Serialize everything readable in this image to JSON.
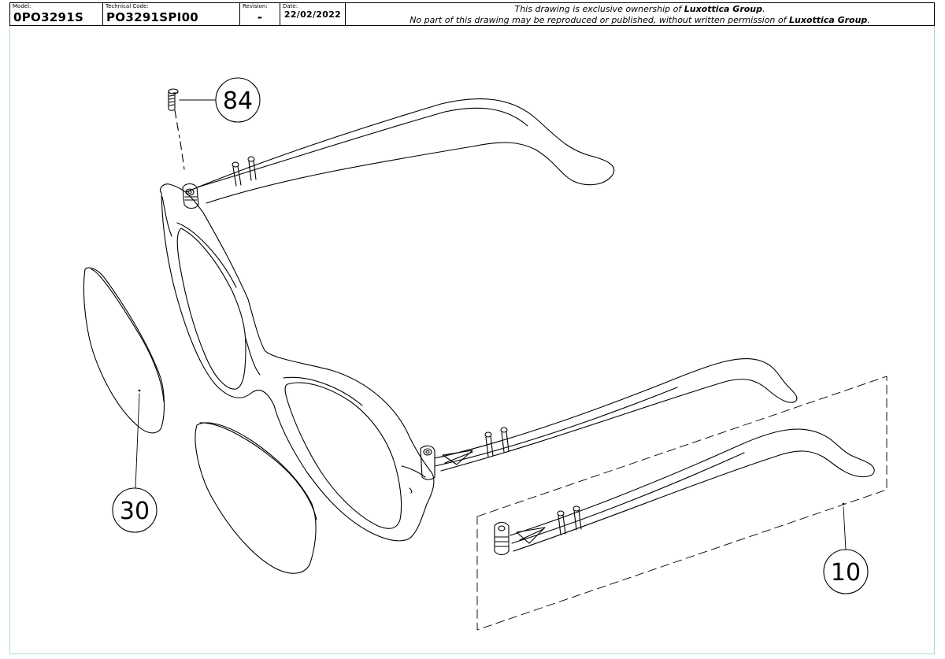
{
  "title_block": {
    "model_label": "Model:",
    "model_value": "0PO3291S",
    "code_label": "Technical Code:",
    "code_value": "PO3291SPI00",
    "revision_label": "Revision:",
    "revision_value": "-",
    "date_label": "Date:",
    "date_value": "22/02/2022",
    "notice_line1_pre": "This drawing is exclusive ownership of ",
    "notice_line1_owner": "Luxottica Group",
    "notice_line1_post": ".",
    "notice_line2_pre": "No part of this drawing may be reproduced or published, without written permission of ",
    "notice_line2_owner": "Luxottica Group",
    "notice_line2_post": "."
  },
  "callouts": [
    {
      "id": "screw",
      "label": "84"
    },
    {
      "id": "lens",
      "label": "30"
    },
    {
      "id": "temple",
      "label": "10"
    }
  ],
  "colors": {
    "line": "#000000",
    "sheet_border": "#a8d8d8"
  }
}
